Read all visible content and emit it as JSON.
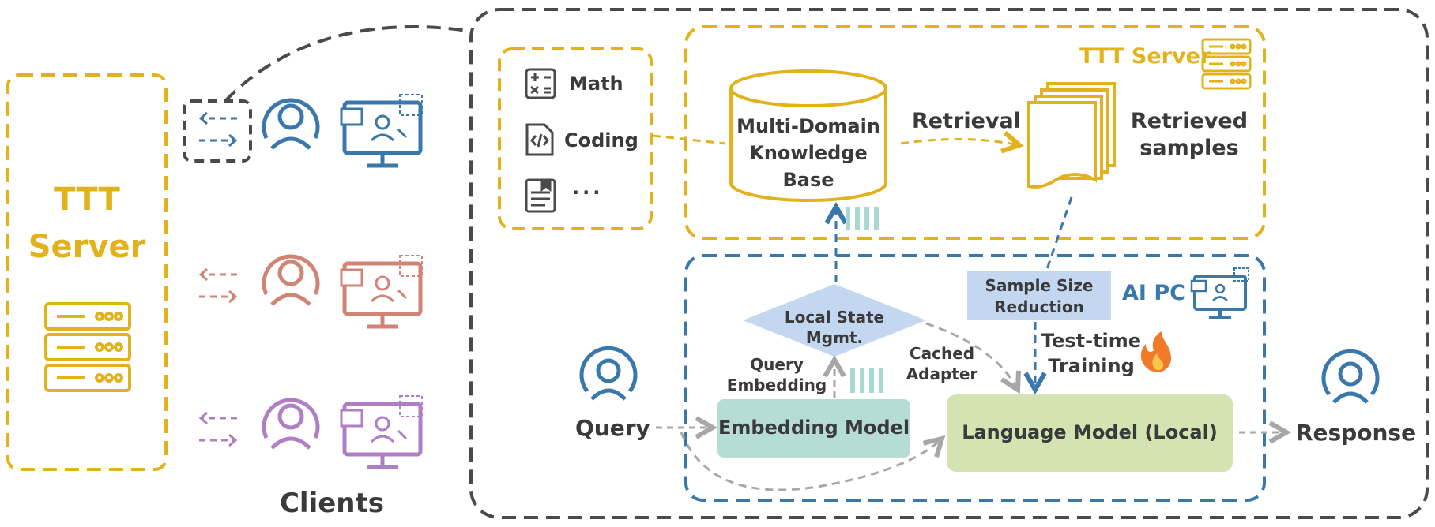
{
  "clients_label": "Clients",
  "left_server": {
    "line1": "TTT",
    "line2": "Server"
  },
  "domains": {
    "math": "Math",
    "coding": "Coding",
    "more": "···"
  },
  "knowledge_base": {
    "line1": "Multi-Domain",
    "line2": "Knowledge",
    "line3": "Base"
  },
  "retrieval_label": "Retrieval",
  "retrieved": {
    "line1": "Retrieved",
    "line2": "samples"
  },
  "ttt_server_label": "TTT Server",
  "ai_pc_label": "AI PC",
  "sample_size": {
    "line1": "Sample Size",
    "line2": "Reduction"
  },
  "local_state": {
    "line1": "Local State",
    "line2": "Mgmt."
  },
  "query_embedding": {
    "line1": "Query",
    "line2": "Embedding"
  },
  "cached_adapter": {
    "line1": "Cached",
    "line2": "Adapter"
  },
  "test_time": {
    "line1": "Test-time",
    "line2": "Training"
  },
  "query_label": "Query",
  "embedding_model": "Embedding Model",
  "language_model": "Language Model (Local)",
  "response_label": "Response",
  "colors": {
    "ttt_gold": "#e2b21c",
    "ai_pc_blue": "#3a78ac",
    "dark_dash": "#4a4a4a",
    "client_blue": "#3a78ac",
    "client_salmon": "#d08474",
    "client_purple": "#b07ec4",
    "embedding_fill": "#b5ddd6",
    "language_fill": "#d4e3b2",
    "diamond_fill": "#c3d8f0",
    "teal_bars": "#a8d8d2"
  }
}
